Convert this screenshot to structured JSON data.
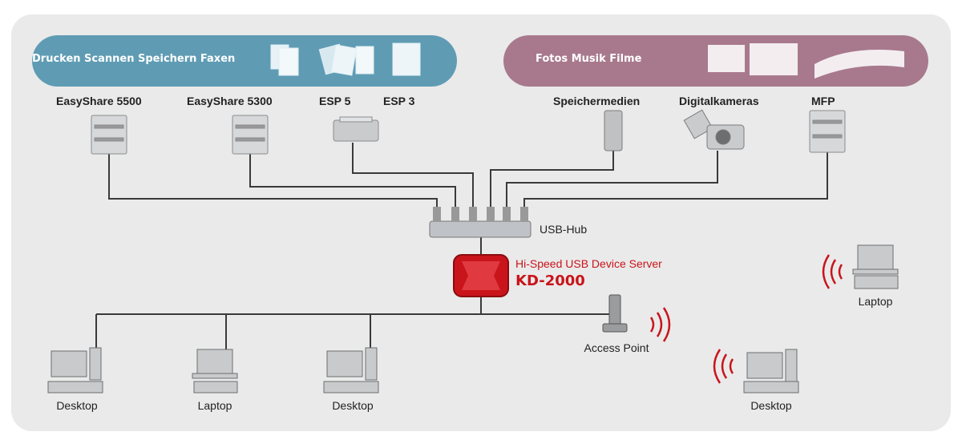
{
  "banners": {
    "left_text": "Drucken  Scannen  Speichern  Faxen",
    "right_text": "Fotos   Musik   Filme"
  },
  "devices_top": {
    "easyshare_5500": "EasyShare 5500",
    "easyshare_5300": "EasyShare 5300",
    "esp5": "ESP 5",
    "esp3": "ESP 3",
    "speichermedien": "Speichermedien",
    "digitalkameras": "Digitalkameras",
    "mfp": "MFP"
  },
  "hub": {
    "label": "USB-Hub"
  },
  "server": {
    "subtitle": "Hi-Speed USB Device Server",
    "model": "KD-2000"
  },
  "clients": {
    "desktop1": "Desktop",
    "laptop1": "Laptop",
    "desktop2": "Desktop",
    "access_point": "Access Point",
    "laptop_wireless": "Laptop",
    "desktop_wireless": "Desktop"
  },
  "colors": {
    "banner_left": "#5f9cb4",
    "banner_right": "#a8798d",
    "server_red": "#c9141b",
    "line": "#3a3a3a"
  }
}
